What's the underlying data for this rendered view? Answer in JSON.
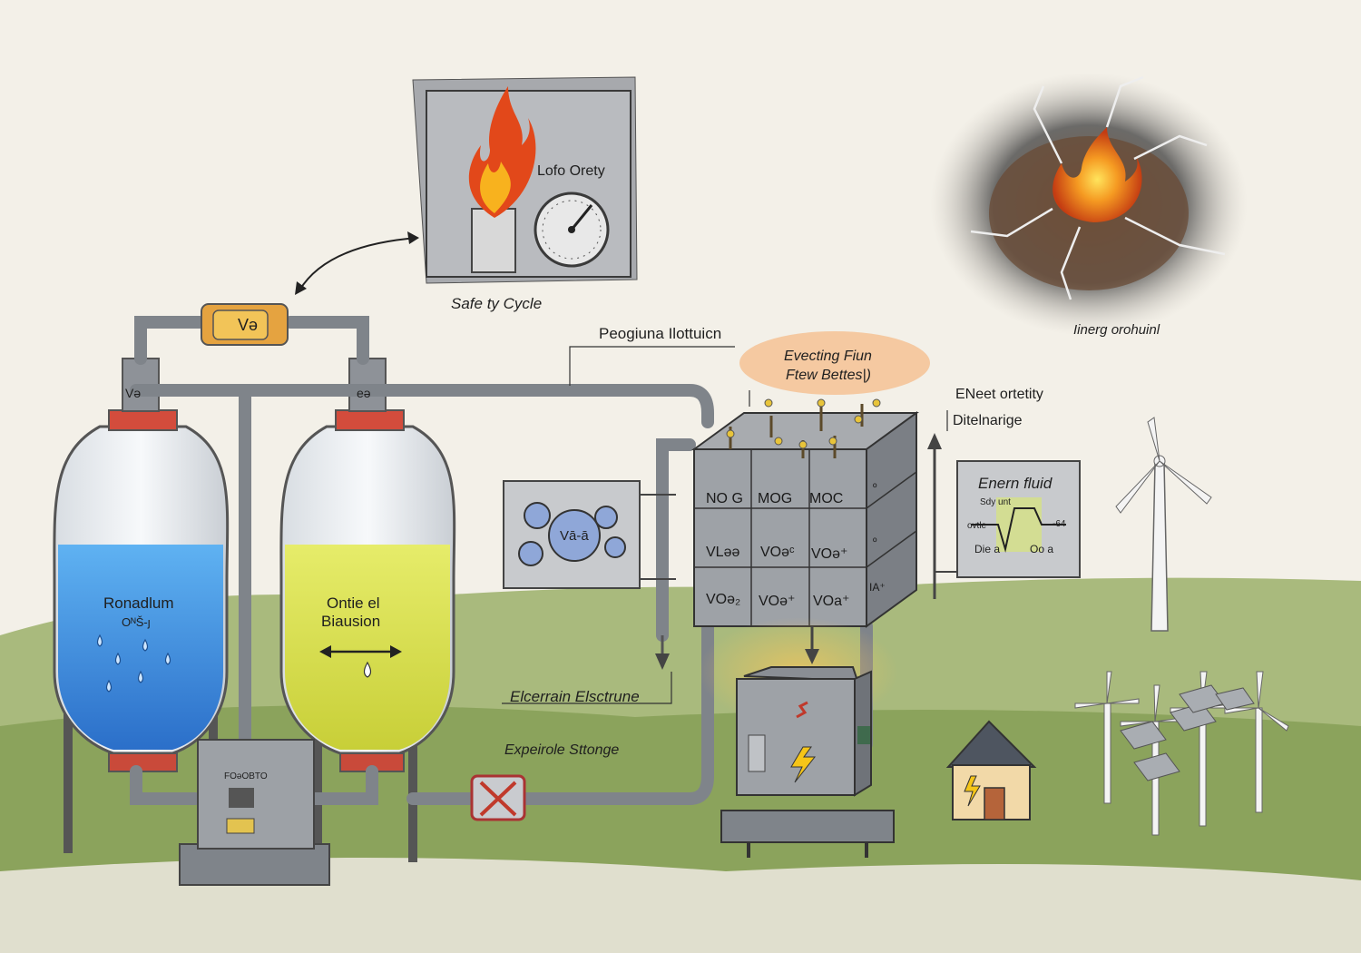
{
  "labels": {
    "safety_panel_text": "Lofo Orety",
    "safety_caption": "Safe ty Cycle",
    "process_label": "Peogiuna Ilottuicn",
    "stack_title_line1": "Evecting Fiun",
    "stack_title_line2": "Ftew Bettes|)",
    "explosion_caption": "Iinerg orohuinl",
    "energy_label_line1": "ENeet ortetity",
    "energy_label_line2": "Ditelnarige",
    "energy_panel_title": "Enern fluid",
    "energy_panel_sub": "Sdy unt",
    "energy_panel_left": "ovtle",
    "energy_panel_right": "-64",
    "energy_panel_bottom_left": "Die a",
    "energy_panel_bottom_right": "Oo a",
    "tank_left_line1": "Ronadlum",
    "tank_left_line2": "OᴺŠ-ȷ",
    "tank_right_line1": "Ontie el",
    "tank_right_line2": "Biausion",
    "valve_top": "Və",
    "valve_left": "Və",
    "valve_right": "eə",
    "pump_label": "FOəOBTO",
    "ion_center": "Vā-ā",
    "electrolyte_label": "Elcerrain Elsctrune",
    "storage_label": "Expeirole Sttonge"
  },
  "stack_cells": [
    [
      "NO G",
      "MOG",
      "MOC"
    ],
    [
      "VLəə",
      "VOəᶜ",
      "VOə⁺"
    ],
    [
      "VOə₂",
      "VOə⁺",
      "VOa⁺"
    ]
  ],
  "stack_side": [
    "º",
    "º",
    "IA⁺"
  ],
  "colors": {
    "paper": "#f3f0e8",
    "grass": "#8aa35a",
    "blue_electrolyte": "#3d8fe0",
    "yellow_electrolyte": "#d9e04a",
    "steel": "#8e9298",
    "flame": "#f08a24"
  }
}
